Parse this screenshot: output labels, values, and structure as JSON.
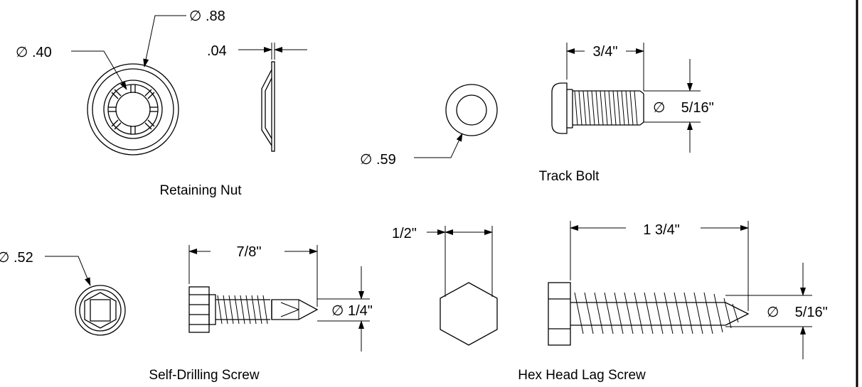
{
  "retaining_nut": {
    "caption": "Retaining Nut",
    "outer_dia": "∅ .88",
    "inner_dia": "∅ .40",
    "thickness": ".04"
  },
  "track_bolt": {
    "caption": "Track Bolt",
    "length": "3/4\"",
    "head_dia": "∅ .59",
    "shank_dia": "∅    5/16\""
  },
  "self_drilling_screw": {
    "caption": "Self-Drilling Screw",
    "head_dia": "∅ .52",
    "length": "7/8\"",
    "shank_dia": "∅ 1/4\""
  },
  "hex_lag_screw": {
    "caption": "Hex Head Lag Screw",
    "head_width": "1/2\"",
    "length": "1 3/4\"",
    "shank_dia": "∅    5/16\""
  }
}
